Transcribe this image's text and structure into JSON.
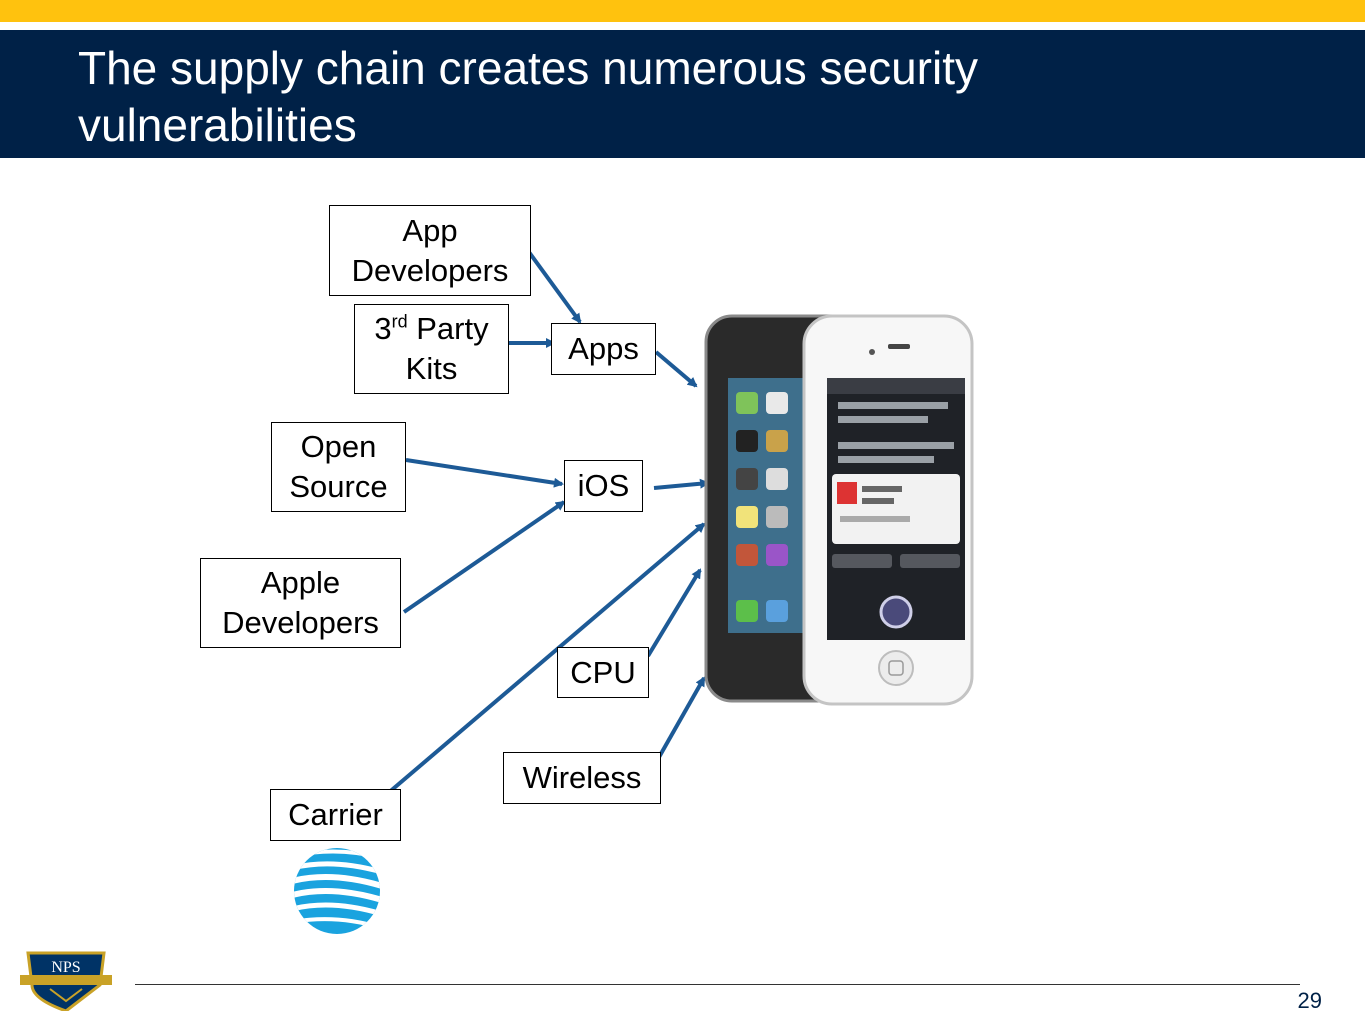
{
  "slide": {
    "title": "The supply chain creates numerous security vulnerabilities",
    "page_number": "29"
  },
  "boxes": {
    "app_developers_line1": "App",
    "app_developers_line2": "Developers",
    "third_party_num": "3",
    "third_party_sup": "rd",
    "third_party_rest": " Party",
    "third_party_line2": "Kits",
    "apps": "Apps",
    "open_source_line1": "Open",
    "open_source_line2": "Source",
    "ios": "iOS",
    "apple_developers_line1": "Apple",
    "apple_developers_line2": "Developers",
    "cpu": "CPU",
    "wireless": "Wireless",
    "carrier": "Carrier"
  },
  "logo": {
    "nps_text": "NPS"
  },
  "colors": {
    "gold": "#ffc20e",
    "navy": "#002147",
    "arrow": "#1d5a96"
  }
}
